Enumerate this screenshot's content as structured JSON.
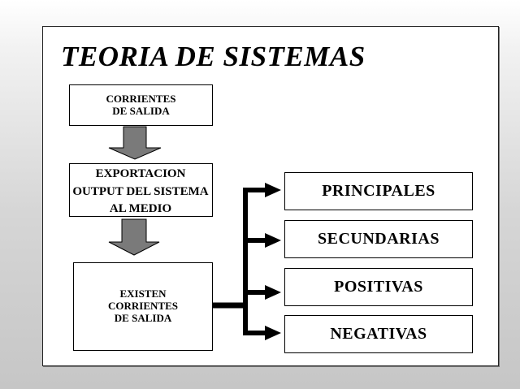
{
  "title": "TEORIA DE SISTEMAS",
  "flow": {
    "box1": "CORRIENTES\nDE SALIDA",
    "box2_line1": "EXPORTACION",
    "box2_line2": "OUTPUT DEL SISTEMA",
    "box2_line3": "AL MEDIO",
    "box3": "EXISTEN\nCORRIENTES\nDE SALIDA"
  },
  "categories": [
    {
      "label": "PRINCIPALES"
    },
    {
      "label": "SECUNDARIAS"
    },
    {
      "label": "POSITIVAS"
    },
    {
      "label": "NEGATIVAS"
    }
  ],
  "colors": {
    "arrow_fill": "#7a7a7a",
    "line": "#000000",
    "background": "#d0d0d0"
  }
}
